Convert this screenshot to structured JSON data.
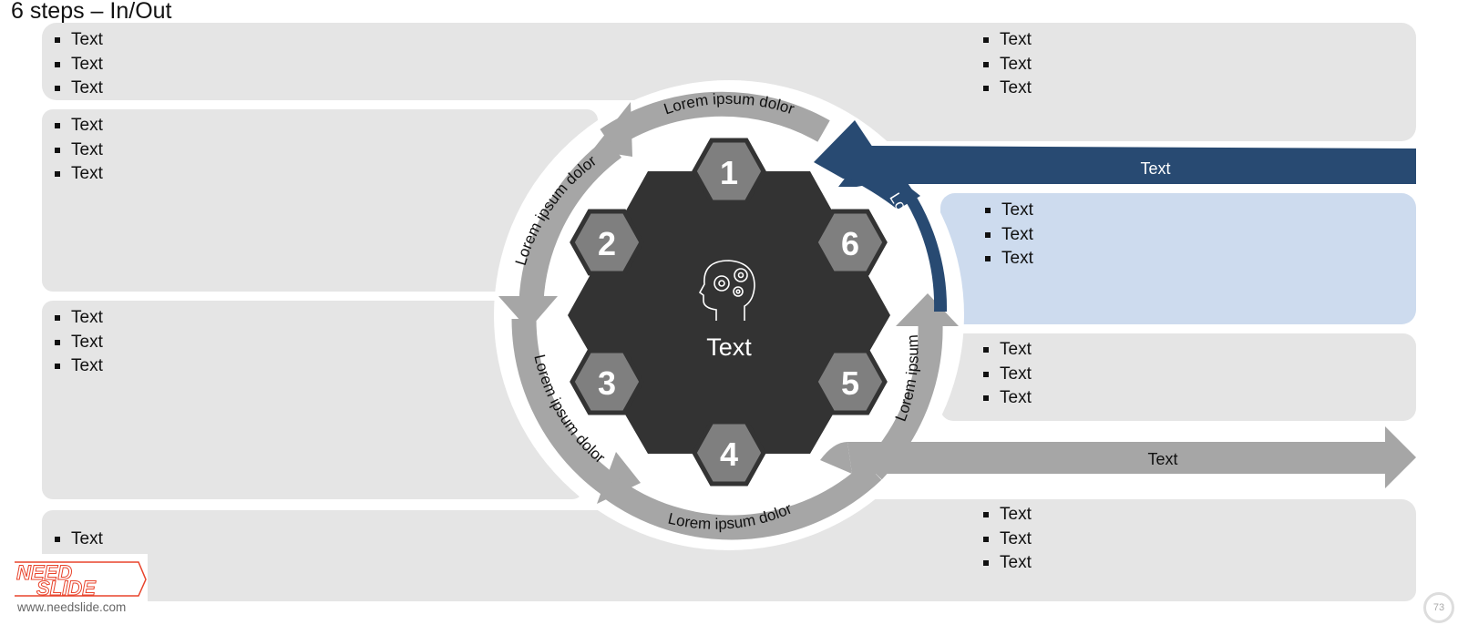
{
  "slide_title": "6 steps – In/Out",
  "center_label": "Text",
  "center_icon": "head-gears-icon",
  "steps": [
    "1",
    "2",
    "3",
    "4",
    "5",
    "6"
  ],
  "arc_labels": {
    "top": "Lorem ipsum dolor",
    "upper_left": "Lorem ipsum dolor",
    "lower_left": "Lorem ipsum dolor",
    "bottom": "Lorem ipsum dolor",
    "lower_right": "Lorem ipsum",
    "upper_right": "Lorem ipsum"
  },
  "input_arrow_label": "Text",
  "output_arrow_label": "Text",
  "boxes": {
    "top_left": [
      "Text",
      "Text",
      "Text"
    ],
    "top_right": [
      "Text",
      "Text",
      "Text"
    ],
    "left_mid1": [
      "Text",
      "Text",
      "Text"
    ],
    "right_highlight": [
      "Text",
      "Text",
      "Text"
    ],
    "left_mid2": [
      "Text",
      "Text",
      "Text"
    ],
    "right_mid": [
      "Text",
      "Text",
      "Text"
    ],
    "bottom_left": [
      "Text"
    ],
    "bottom_right": [
      "Text",
      "Text",
      "Text"
    ]
  },
  "logo": {
    "line1": "NEED",
    "line2": "SLIDE"
  },
  "website": "www.needslide.com",
  "page_number": "73",
  "colors": {
    "panel": "#e5e5e5",
    "highlight_panel": "#cddbee",
    "navy": "#284a72",
    "ring": "#a6a6a6",
    "hexagon": "#333333",
    "step_badge": "#7f7f7f",
    "logo_red": "#e8432b"
  }
}
